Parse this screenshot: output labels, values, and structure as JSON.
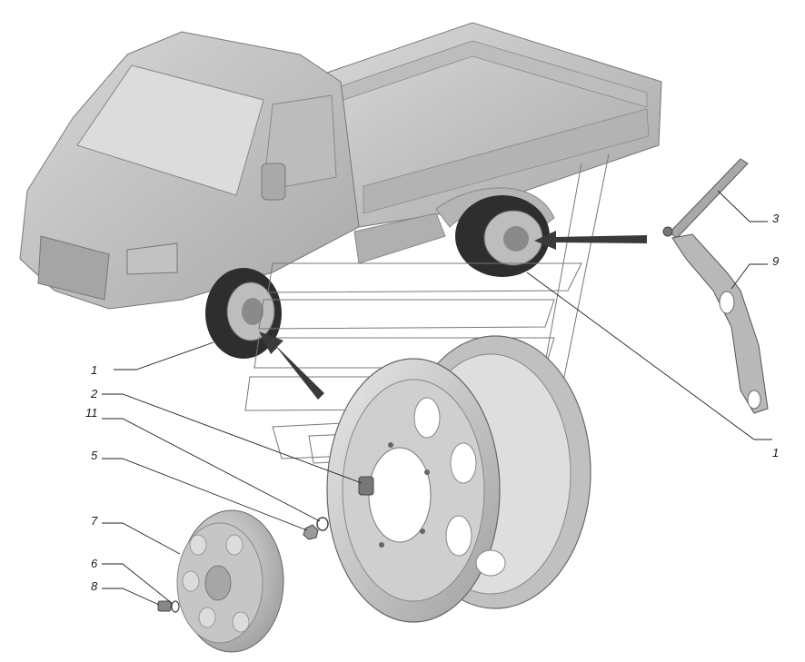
{
  "callouts": [
    {
      "id": "1a",
      "label": "1"
    },
    {
      "id": "1b",
      "label": "1"
    },
    {
      "id": "2",
      "label": "2"
    },
    {
      "id": "3",
      "label": "3"
    },
    {
      "id": "5",
      "label": "5"
    },
    {
      "id": "6",
      "label": "6"
    },
    {
      "id": "7",
      "label": "7"
    },
    {
      "id": "8",
      "label": "8"
    },
    {
      "id": "9",
      "label": "9"
    },
    {
      "id": "11",
      "label": "11"
    }
  ],
  "colors": {
    "body": "#c9c9c9",
    "body_shadow": "#9a9a9a",
    "tire": "#2e2e2e",
    "rim": "#d2d2d2",
    "arrow": "#3a3a3a"
  }
}
